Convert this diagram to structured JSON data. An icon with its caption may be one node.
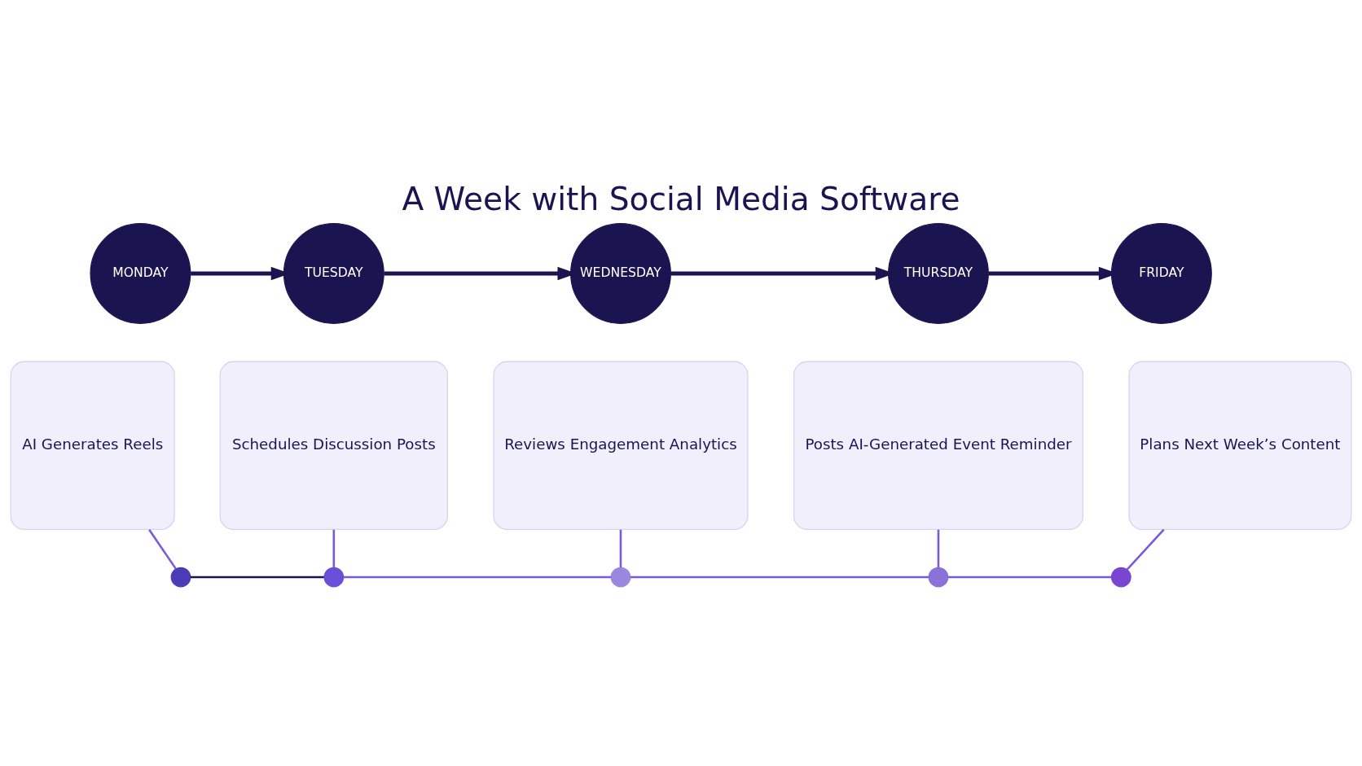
{
  "diagram": {
    "title": "A Week with Social Media Software",
    "nodes": [
      {
        "text": [
          "MONDAY"
        ]
      },
      {
        "text": [
          "TUESDAY"
        ]
      },
      {
        "text": [
          "WEDNESDAY"
        ]
      },
      {
        "text": [
          "THURSDAY"
        ]
      },
      {
        "text": [
          "FRIDAY"
        ]
      },
      {
        "text": [
          "AI Generates Reels"
        ]
      },
      {
        "text": [
          "Schedules Discussion Posts"
        ]
      },
      {
        "text": [
          "Reviews Engagement Analytics"
        ]
      },
      {
        "text": [
          "Posts AI-Generated Event Reminder"
        ]
      },
      {
        "text": [
          "Plans Next Week’s Content"
        ]
      },
      {
        "text": [],
        "shape": "circle"
      },
      {
        "text": [],
        "shape": "circle"
      },
      {
        "text": [],
        "shape": "circle"
      },
      {
        "text": [],
        "shape": "circle"
      },
      {
        "text": [],
        "shape": "circle"
      }
    ],
    "edges": [
      {
        "from": 0,
        "to": 1,
        "arrow": "to",
        "style": "thick",
        "color": "#1a1450"
      },
      {
        "from": 1,
        "to": 2,
        "arrow": "to",
        "style": "thick",
        "color": "#1a1450"
      },
      {
        "from": 2,
        "to": 3,
        "arrow": "to",
        "style": "thick",
        "color": "#1a1450"
      },
      {
        "from": 3,
        "to": 4,
        "arrow": "to",
        "style": "thick",
        "color": "#1a1450"
      },
      {
        "from": 5,
        "to": 10,
        "arrow": "none"
      },
      {
        "from": 6,
        "to": 11,
        "arrow": "none"
      },
      {
        "from": 7,
        "to": 12,
        "arrow": "none"
      },
      {
        "from": 8,
        "to": 13,
        "arrow": "none"
      },
      {
        "from": 9,
        "to": 14,
        "arrow": "none"
      },
      {
        "from": 10,
        "to": 11,
        "arrow": "none",
        "color": "#1a1450"
      },
      {
        "from": 11,
        "to": 12,
        "arrow": "none"
      },
      {
        "from": 12,
        "to": 13,
        "arrow": "none"
      },
      {
        "from": 13,
        "to": 14,
        "arrow": "none"
      }
    ]
  }
}
